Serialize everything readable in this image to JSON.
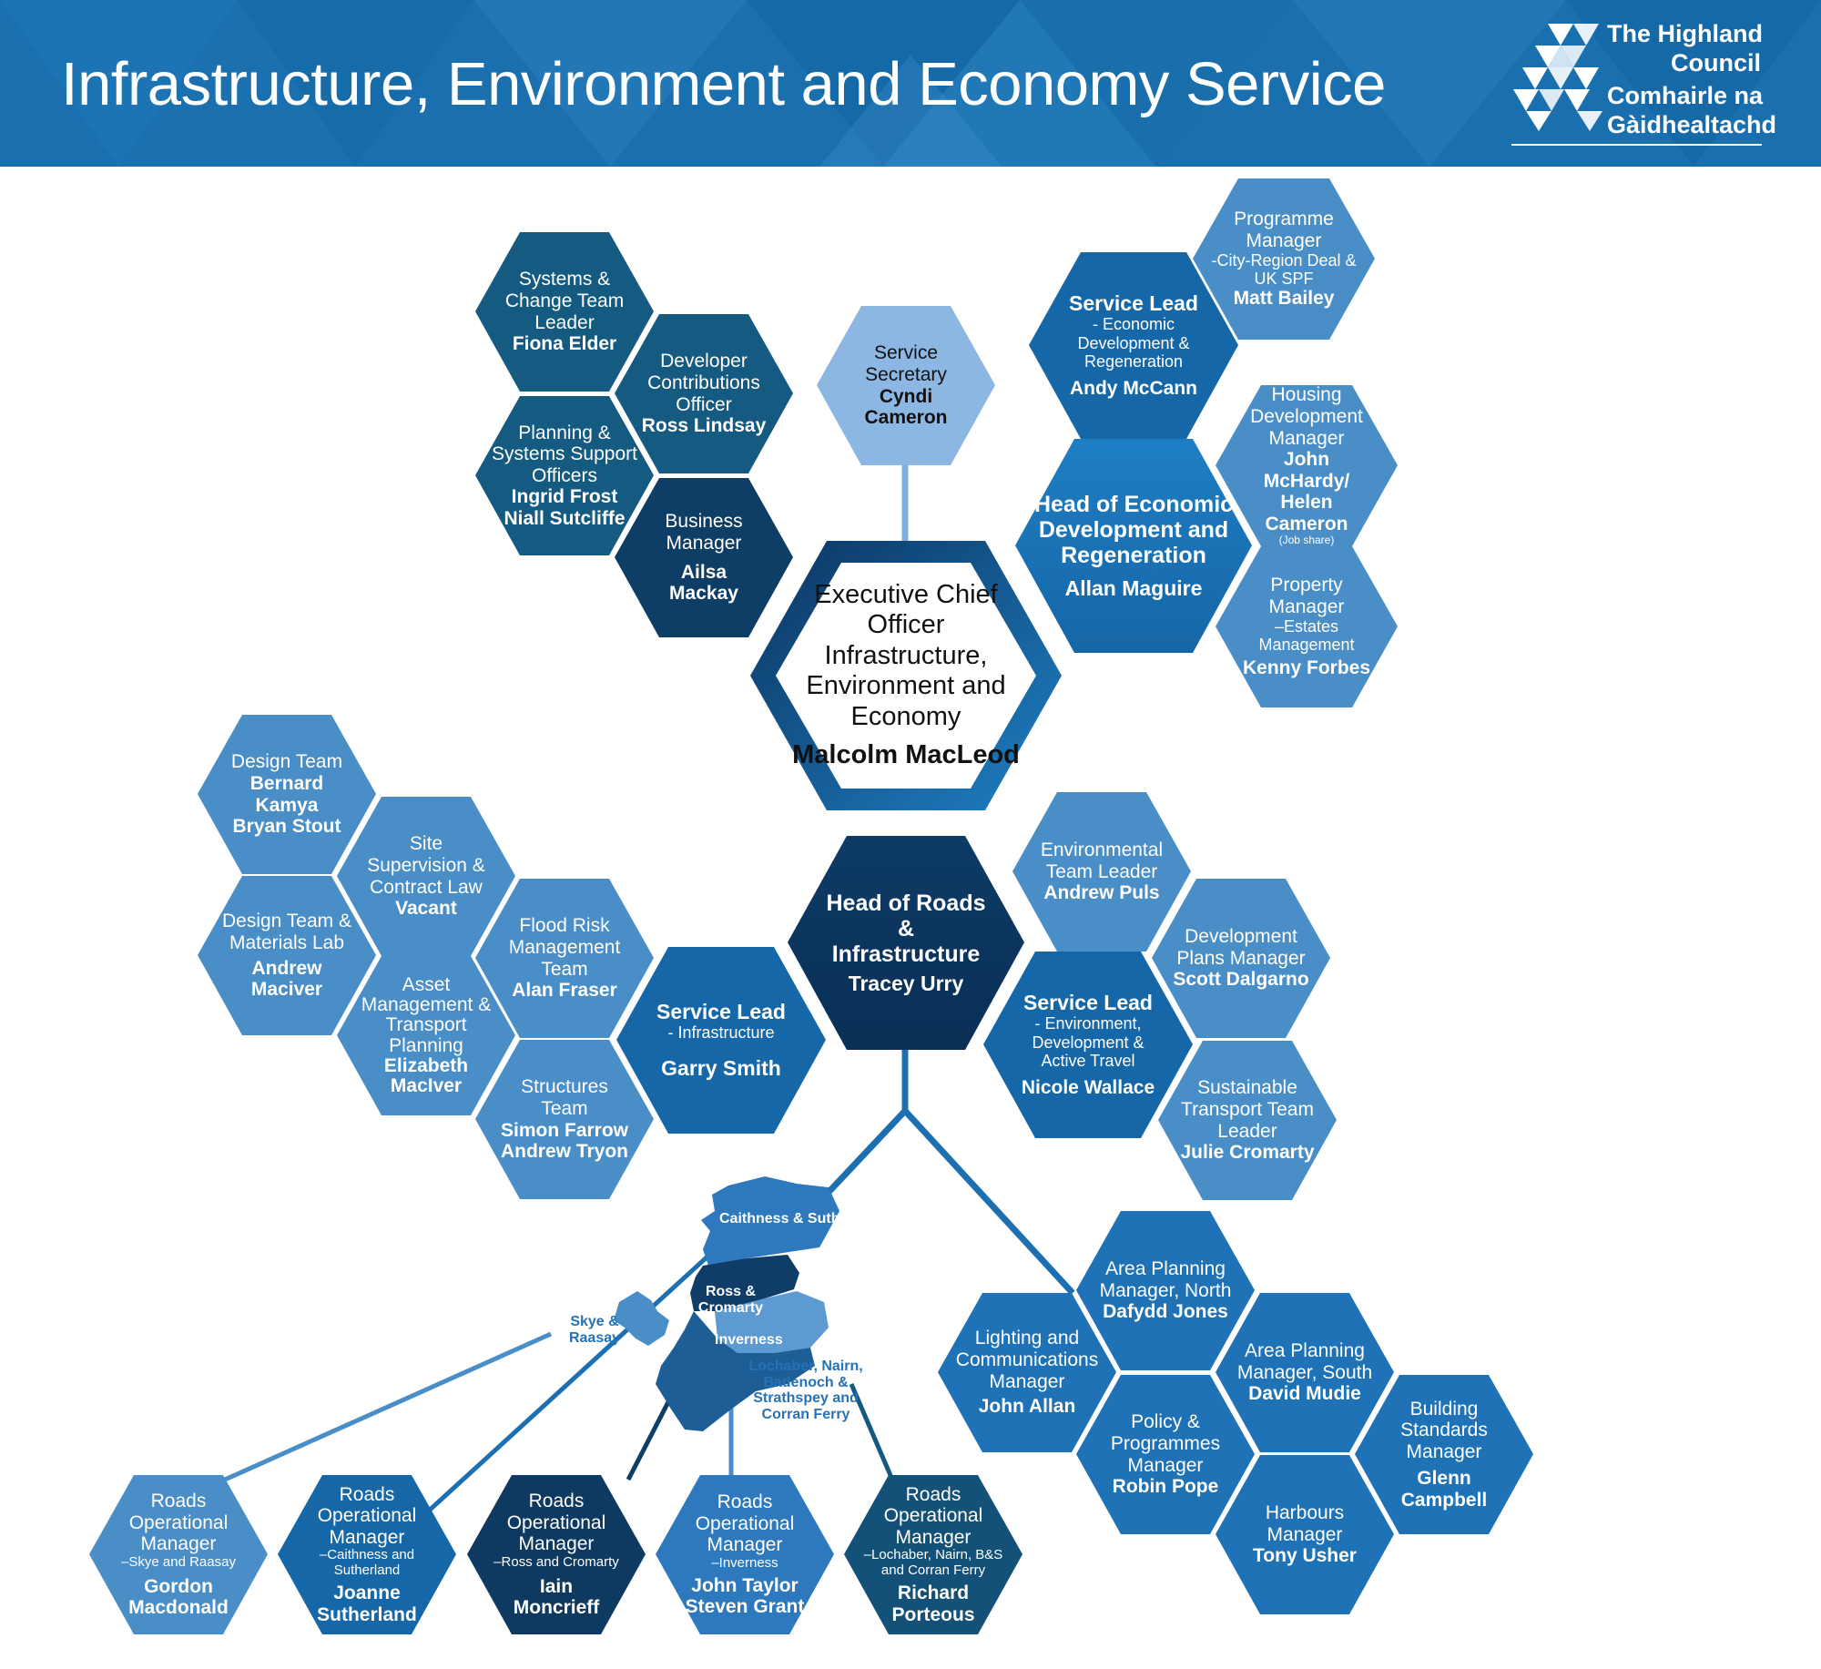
{
  "header": {
    "title": "Infrastructure, Environment and Economy Service",
    "logo_lines": [
      "The Highland",
      "Council",
      "Comhairle na",
      "Gàidhealtachd"
    ],
    "logo_name": "highland-council-logo"
  },
  "colors": {
    "header": "#1a6fae",
    "dark_navy": "#0e3e66",
    "teal_dark": "#155a80",
    "mid_blue": "#1e72b5",
    "light_blue": "#4a8ec8",
    "pale_blue": "#7faedf",
    "link": "#1c6fb1"
  },
  "chief": {
    "title": "Executive Chief Officer Infrastructure, Environment and Economy",
    "name": "Malcolm MacLeod"
  },
  "secretary": {
    "title": "Service Secretary",
    "name": "Cyndi Cameron"
  },
  "planning_support": {
    "systems_lead": {
      "title": "Systems & Change Team Leader",
      "name": "Fiona Elder"
    },
    "developer": {
      "title": "Developer Contributions Officer",
      "name": "Ross Lindsay"
    },
    "support_officers": {
      "title": "Planning & Systems Support Officers",
      "name1": "Ingrid Frost",
      "name2": "Niall Sutcliffe"
    },
    "business": {
      "title": "Business Manager",
      "name": "Ailsa Mackay"
    }
  },
  "economic": {
    "head": {
      "title": "Head of Economic Development and Regeneration",
      "name": "Allan Maguire"
    },
    "service_lead": {
      "title": "Service Lead",
      "sub": "- Economic Development & Regeneration",
      "name": "Andy McCann"
    },
    "programme": {
      "title": "Programme Manager",
      "sub": "-City-Region Deal & UK SPF",
      "name": "Matt Bailey"
    },
    "housing": {
      "title": "Housing Development Manager",
      "name1": "John McHardy/",
      "name2": "Helen Cameron",
      "note": "(Job share)"
    },
    "property": {
      "title": "Property Manager",
      "sub": "–Estates Management",
      "name": "Kenny Forbes"
    }
  },
  "roads": {
    "head": {
      "title": "Head of Roads & Infrastructure",
      "name": "Tracey Urry"
    },
    "service_lead_infra": {
      "title": "Service Lead",
      "sub": "- Infrastructure",
      "name": "Garry Smith"
    },
    "design_team": {
      "title": "Design Team",
      "name1": "Bernard Kamya",
      "name2": "Bryan Stout"
    },
    "site_supervision": {
      "title": "Site Supervision & Contract Law",
      "name": "Vacant"
    },
    "design_lab": {
      "title": "Design Team & Materials Lab",
      "name": "Andrew Maciver"
    },
    "asset": {
      "title": "Asset Management & Transport Planning",
      "name": "Elizabeth MacIver"
    },
    "flood": {
      "title": "Flood Risk Management Team",
      "name": "Alan Fraser"
    },
    "structures": {
      "title": "Structures Team",
      "name1": "Simon Farrow",
      "name2": "Andrew Tryon"
    },
    "service_lead_env": {
      "title": "Service Lead",
      "sub": "- Environment, Development & Active Travel",
      "name": "Nicole Wallace"
    },
    "environmental": {
      "title": "Environmental Team Leader",
      "name": "Andrew Puls"
    },
    "dev_plans": {
      "title": "Development Plans Manager",
      "name": "Scott Dalgarno"
    },
    "sustainable": {
      "title": "Sustainable Transport Team Leader",
      "name": "Julie Cromarty"
    }
  },
  "planning": {
    "lighting": {
      "title": "Lighting and Communications Manager",
      "name": "John Allan"
    },
    "area_north": {
      "title": "Area Planning Manager, North",
      "name": "Dafydd Jones"
    },
    "area_south": {
      "title": "Area Planning Manager, South",
      "name": "David Mudie"
    },
    "policy": {
      "title": "Policy & Programmes Manager",
      "name": "Robin Pope"
    },
    "building": {
      "title": "Building Standards Manager",
      "name1": "Glenn",
      "name2": "Campbell"
    },
    "harbours": {
      "title": "Harbours Manager",
      "name": "Tony Usher"
    }
  },
  "map": {
    "region_caithness": "Caithness & Sutherland",
    "region_ross": "Ross & Cromarty",
    "region_inverness": "Inverness",
    "region_skye": "Skye & Raasay",
    "region_lochaber": "Lochaber, Nairn, Badenoch & Strathspey and Corran Ferry"
  },
  "operational": {
    "skye": {
      "title": "Roads Operational Manager",
      "sub": "–Skye and Raasay",
      "name1": "Gordon",
      "name2": "Macdonald"
    },
    "caithness": {
      "title": "Roads Operational Manager",
      "sub": "–Caithness and Sutherland",
      "name1": "Joanne",
      "name2": "Sutherland"
    },
    "ross": {
      "title": "Roads Operational Manager",
      "sub": "–Ross and Cromarty",
      "name1": "Iain",
      "name2": "Moncrieff"
    },
    "inverness": {
      "title": "Roads Operational Manager",
      "sub": "–Inverness",
      "name1": "John Taylor",
      "name2": "Steven Grant"
    },
    "lochaber": {
      "title": "Roads Operational Manager",
      "sub": "–Lochaber, Nairn, B&S and Corran Ferry",
      "name1": "Richard",
      "name2": "Porteous"
    }
  }
}
